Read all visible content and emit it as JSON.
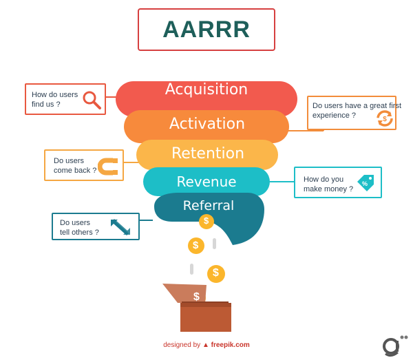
{
  "title": "AARRR",
  "stages": [
    {
      "label": "Acquisition",
      "color": "#f25a4e"
    },
    {
      "label": "Activation",
      "color": "#f78a3c"
    },
    {
      "label": "Retention",
      "color": "#fbb64a"
    },
    {
      "label": "Revenue",
      "color": "#1dbec7"
    },
    {
      "label": "Referral",
      "color": "#1b7b8f"
    }
  ],
  "callouts": [
    {
      "stage": "Acquisition",
      "line1": "How do users",
      "line2": "find us ?",
      "icon": "magnifier-icon",
      "color": "#e8583f"
    },
    {
      "stage": "Activation",
      "line1": "Do users have a great first",
      "line2": "experience ?",
      "icon": "refresh-icon",
      "color": "#f28c3a"
    },
    {
      "stage": "Retention",
      "line1": "Do users",
      "line2": "come back ?",
      "icon": "magnet-icon",
      "color": "#f5a742"
    },
    {
      "stage": "Revenue",
      "line1": "How do you",
      "line2": "make money ?",
      "icon": "price-tag-icon",
      "color": "#1dbec7"
    },
    {
      "stage": "Referral",
      "line1": "Do users",
      "line2": "tell others ?",
      "icon": "arrows-icon",
      "color": "#1b7b8f"
    }
  ],
  "coins": {
    "symbol": "$",
    "color": "#fbb62c"
  },
  "credit": {
    "prefix": "designed by",
    "brand": "freepik.com"
  }
}
